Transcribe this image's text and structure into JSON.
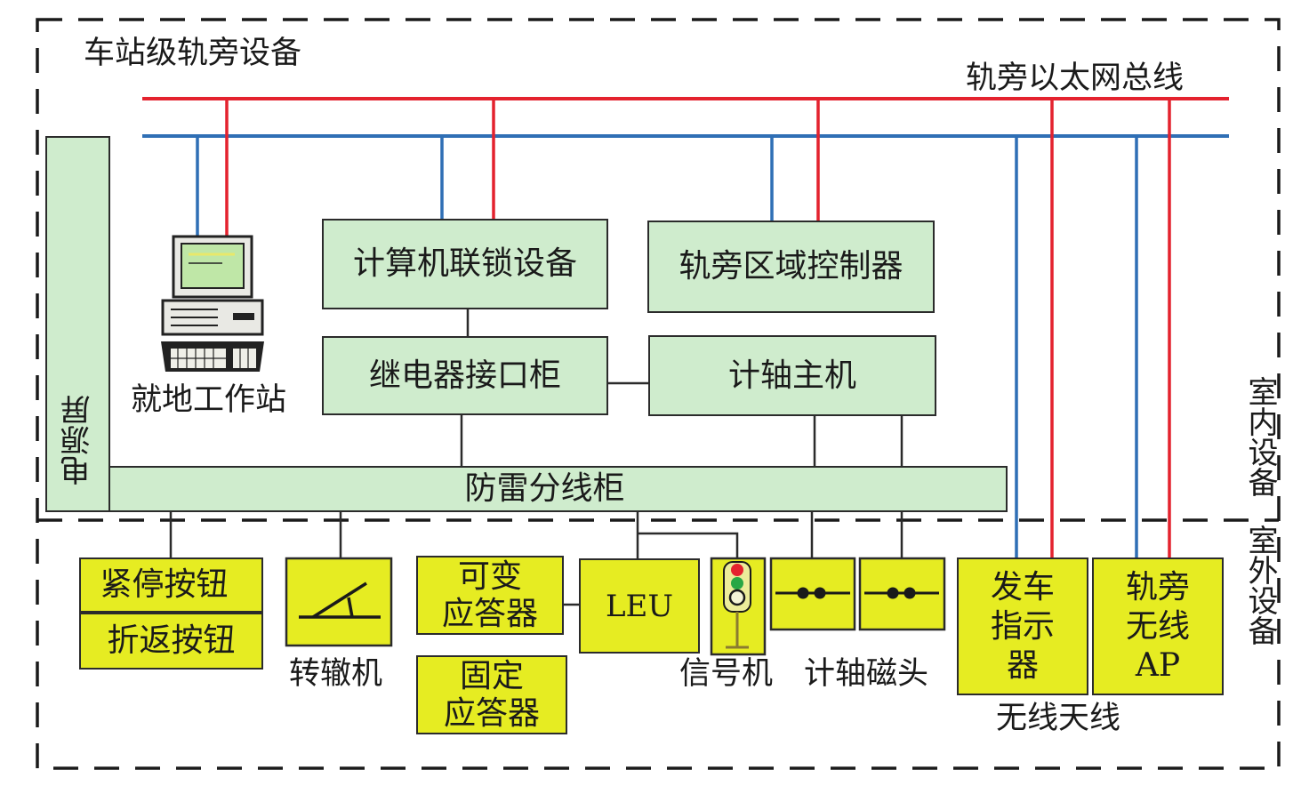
{
  "labels": {
    "station_group": "车站级轨旁设备",
    "bus": "轨旁以太网总线",
    "indoor": "室内设备",
    "outdoor": "室外设备",
    "workstation": "就地工作站",
    "switch_machine": "转辙机",
    "signal": "信号机",
    "axle_sensor": "计轴磁头",
    "wireless_antenna": "无线天线"
  },
  "boxes": {
    "power_panel": "电源屏",
    "interlocking": "计算机联锁设备",
    "zone_controller": "轨旁区域控制器",
    "relay_cabinet": "继电器接口柜",
    "axle_host": "计轴主机",
    "lightning_cabinet": "防雷分线柜",
    "emergency_stop": "紧停按钮",
    "turnback": "折返按钮",
    "variable_balise": "可变\n应答器",
    "fixed_balise": "固定\n应答器",
    "leu": "LEU",
    "departure_indicator": "发车\n指示\n器",
    "wayside_ap": "轨旁\n无线\nAP"
  },
  "icons": {
    "workstation": "computer-icon",
    "switch_machine": "switch-machine-icon",
    "signal": "traffic-signal-icon",
    "axle_sensor": "axle-counter-sensor-icon"
  },
  "colors": {
    "bus_red": "#e4222e",
    "bus_blue": "#2f6fb5",
    "indoor_box": "#cfeccd",
    "outdoor_box": "#e6ec22"
  }
}
